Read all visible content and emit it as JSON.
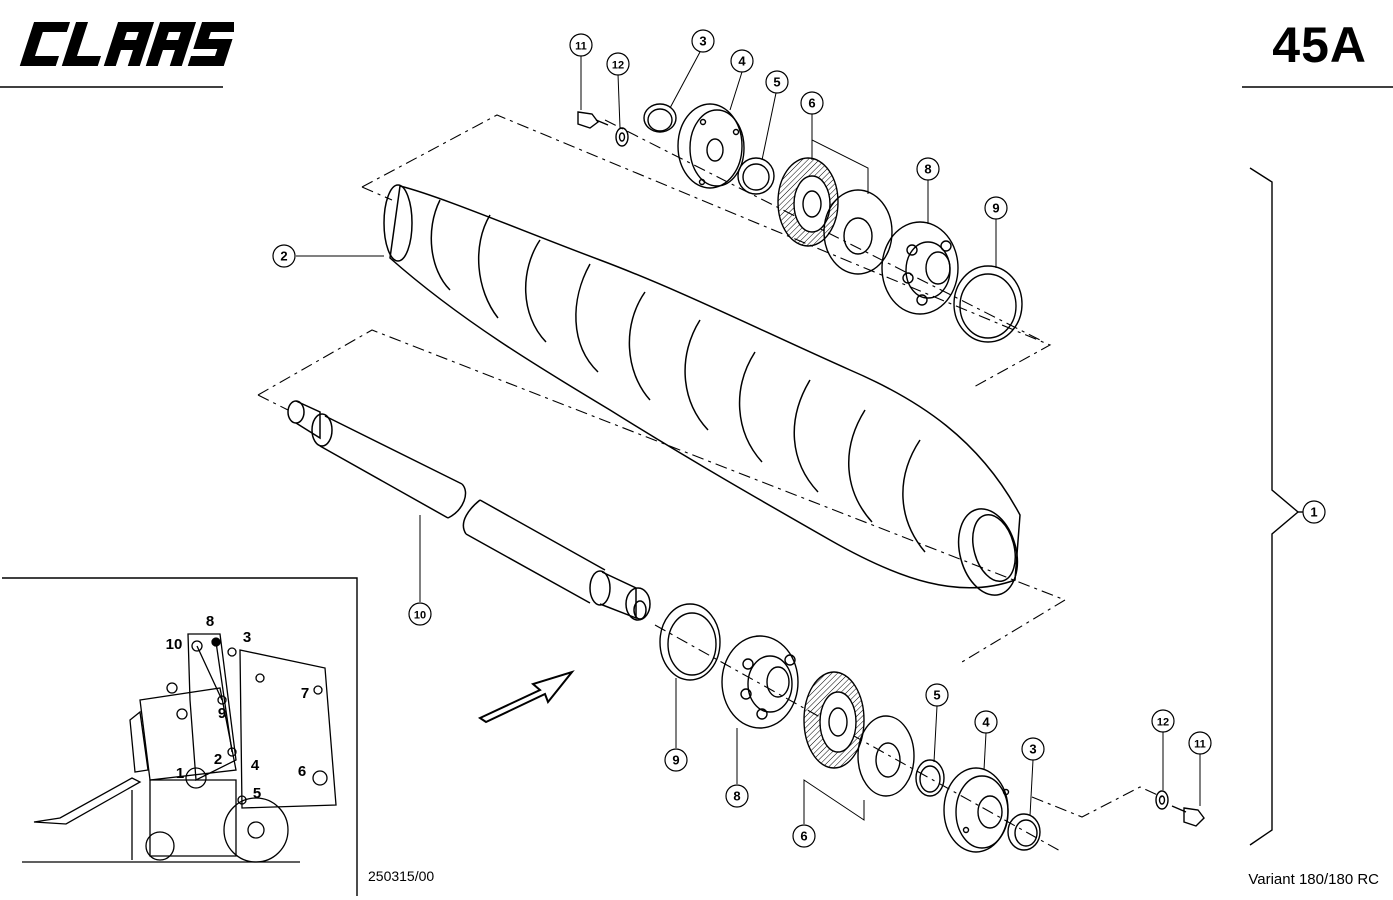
{
  "header": {
    "brand": "CLAAS",
    "page_number": "45A"
  },
  "footer": {
    "drawing_code": "250315/00",
    "model": "Variant 180/180 RC"
  },
  "callouts": [
    "1",
    "2",
    "3",
    "3",
    "4",
    "4",
    "5",
    "5",
    "6",
    "6",
    "8",
    "8",
    "9",
    "9",
    "10",
    "11",
    "11",
    "12",
    "12"
  ],
  "inset": {
    "labels": [
      "1",
      "2",
      "3",
      "4",
      "5",
      "6",
      "7",
      "8",
      "9",
      "10"
    ]
  },
  "colors": {
    "line": "#000000",
    "background": "#ffffff"
  }
}
